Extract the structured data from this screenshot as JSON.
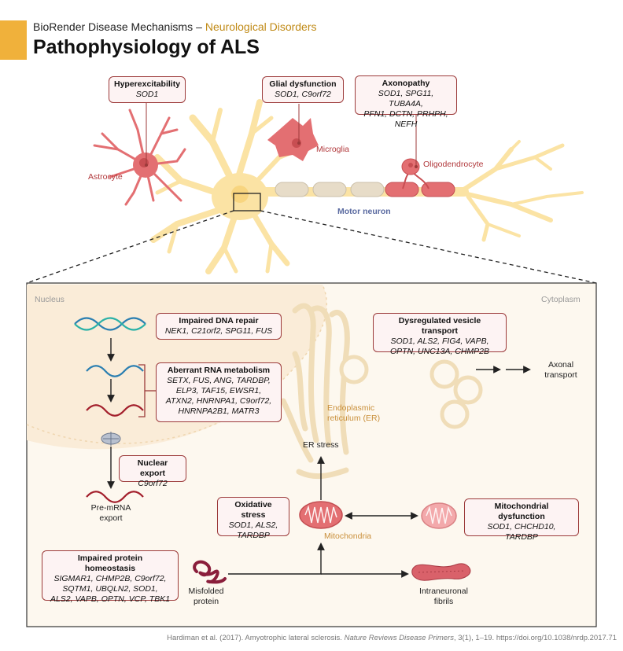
{
  "header": {
    "brand": "BioRender Disease Mechanisms",
    "separator": "–",
    "category": "Neurological Disorders",
    "title": "Pathophysiology of ALS"
  },
  "top_boxes": {
    "hyperexcitability": {
      "heading": "Hyperexcitability",
      "genes": "SOD1"
    },
    "glial": {
      "heading": "Glial dysfunction",
      "genes": "SOD1, C9orf72"
    },
    "axonopathy": {
      "heading": "Axonopathy",
      "genes_line1": "SOD1, SPG11, TUBA4A,",
      "genes_line2": "PFN1, DCTN, PRHPH, NEFH"
    }
  },
  "cell_labels": {
    "astrocyte": "Astrocyte",
    "microglia": "Microglia",
    "oligodendrocyte": "Oligodendrocyte",
    "motor_neuron": "Motor neuron"
  },
  "region_labels": {
    "nucleus": "Nucleus",
    "cytoplasm": "Cytoplasm",
    "er_line1": "Endoplasmic",
    "er_line2": "reticulum (ER)",
    "mitochondria": "Mitochondria"
  },
  "mechanisms": {
    "dna_repair": {
      "heading": "Impaired DNA repair",
      "genes": "NEK1, C21orf2, SPG11, FUS"
    },
    "rna_metabolism": {
      "heading": "Aberrant RNA metabolism",
      "line1": "SETX, FUS, ANG, TARDBP,",
      "line2": "ELP3, TAF15, EWSR1,",
      "line3": "ATXN2, HNRNPA1, C9orf72,",
      "line4": "HNRNPA2B1, MATR3"
    },
    "nuclear_export": {
      "heading": "Nuclear export",
      "genes": "C9orf72"
    },
    "vesicle": {
      "heading_line1": "Dysregulated vesicle",
      "heading_line2": "transport",
      "line1": "SOD1, ALS2, FIG4, VAPB,",
      "line2": "OPTN, UNC13A, CHMP2B"
    },
    "oxidative": {
      "heading": "Oxidative stress",
      "line1": "SOD1, ALS2,",
      "line2": "TARDBP"
    },
    "mito_dysfunction": {
      "heading_line1": "Mitochondrial",
      "heading_line2": "dysfunction",
      "line1": "SOD1, CHCHD10,",
      "line2": "TARDBP"
    },
    "protein_homeostasis": {
      "heading_line1": "Impaired protein",
      "heading_line2": "homeostasis",
      "line1": "SIGMAR1, CHMP2B, C9orf72,",
      "line2": "SQTM1, UBQLN2, SOD1,",
      "line3": "ALS2, VAPB, OPTN, VCP, TBK1"
    }
  },
  "flow_labels": {
    "pre_mrna_line1": "Pre-mRNA",
    "pre_mrna_line2": "export",
    "er_stress": "ER stress",
    "axonal_line1": "Axonal",
    "axonal_line2": "transport",
    "misfolded_line1": "Misfolded",
    "misfolded_line2": "protein",
    "fibrils_line1": "Intraneuronal",
    "fibrils_line2": "fibrils"
  },
  "citation": {
    "pre": "Hardiman et al. (2017). Amyotrophic lateral sclerosis. ",
    "journal": "Nature Reviews Disease Primers",
    "post": ", 3(1), 1–19. https://doi.org/10.1038/nrdp.2017.71"
  },
  "colors": {
    "accent": "#f0b13b",
    "box_border": "#9c3a3a",
    "box_fill": "#fdf3f3",
    "neuron": "#fbe3a4",
    "glia": "#e8787c",
    "panel_fill": "#fdf8ef",
    "nucleus_fill": "#faecd8"
  },
  "icons": [
    "dna-icon",
    "rna-icon",
    "nuclear-pore-icon",
    "mitochondrion-icon",
    "vesicle-icon",
    "misfolded-protein-icon",
    "fibril-icon",
    "arrow-icon"
  ]
}
